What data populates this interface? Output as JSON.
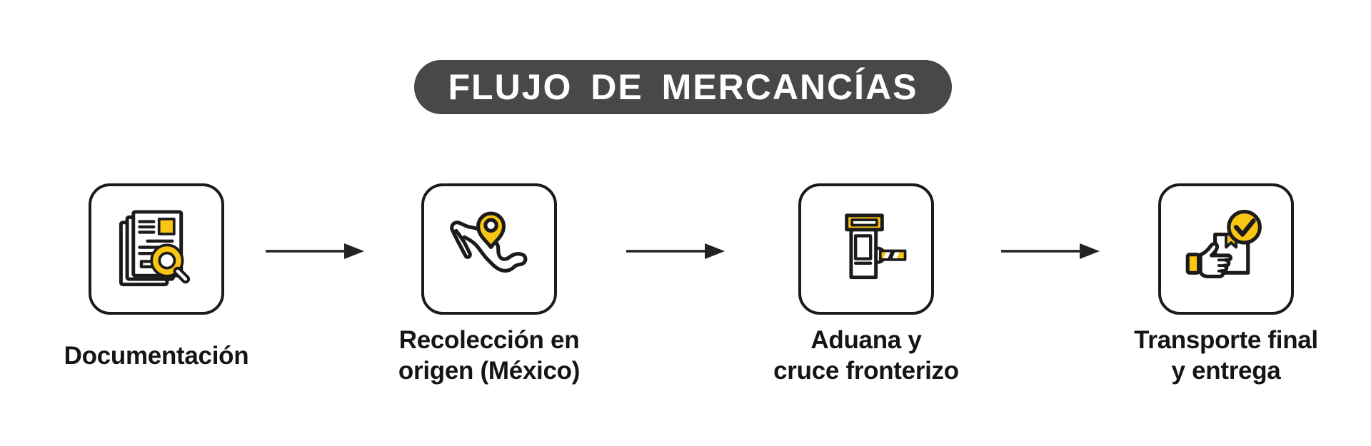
{
  "title": {
    "text": "FLUJO DE MERCANCÍAS"
  },
  "colors": {
    "banner_background": "#48484A",
    "accent_yellow": "#FBC513",
    "ink_black": "#1b1b1b",
    "page_background": "#ffffff"
  },
  "steps": [
    {
      "id": "documentacion",
      "icon": "documents-magnifier-icon",
      "lines": [
        "Documentación"
      ]
    },
    {
      "id": "recoleccion-origen",
      "icon": "mexico-map-pin-icon",
      "lines": [
        "Recolección en",
        "origen (México)"
      ]
    },
    {
      "id": "aduana-cruce",
      "icon": "border-barrier-icon",
      "lines": [
        "Aduana y",
        "cruce fronterizo"
      ]
    },
    {
      "id": "transporte-entrega",
      "icon": "delivery-hand-check-icon",
      "lines": [
        "Transporte final",
        "y entrega"
      ]
    }
  ],
  "arrows": [
    {
      "direction": "right"
    },
    {
      "direction": "right"
    },
    {
      "direction": "right"
    }
  ]
}
